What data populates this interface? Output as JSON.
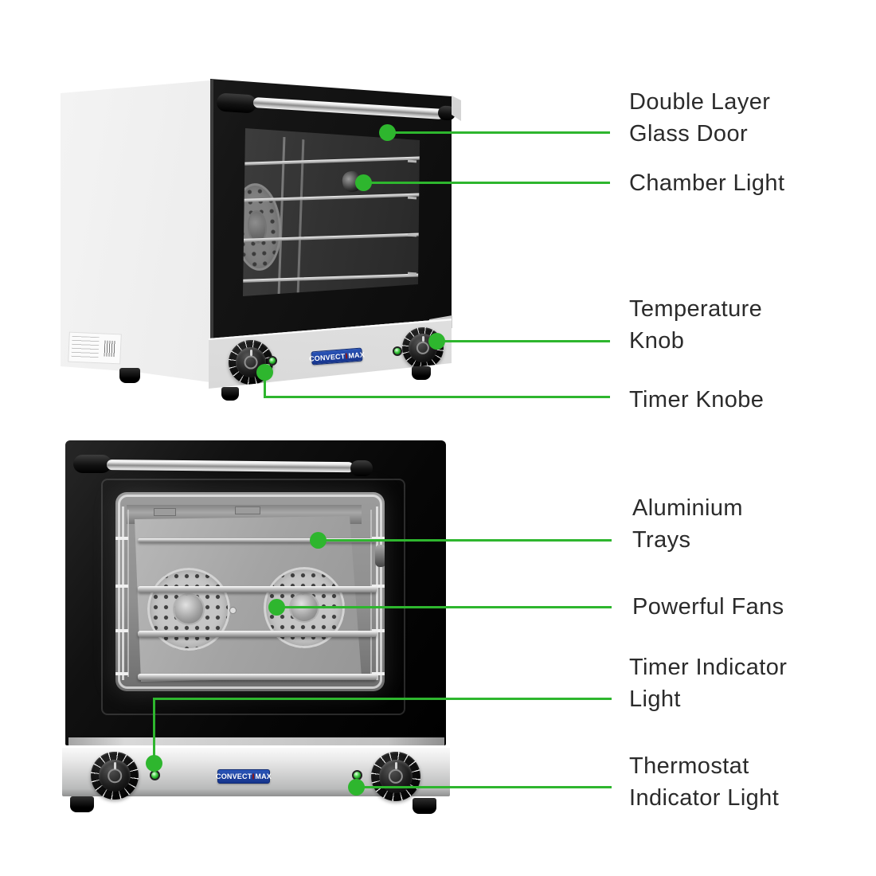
{
  "colors": {
    "background": "#ffffff",
    "accent_green": "#2eb62e",
    "label_text": "#2b2b2b",
    "logo_blue": "#16348c",
    "logo_red": "#c21f1f",
    "logo_text": "#ffffff"
  },
  "annotations": [
    {
      "id": "glass-door",
      "lines": [
        "Double Layer",
        "Glass Door"
      ]
    },
    {
      "id": "chamber-light",
      "lines": [
        "Chamber Light"
      ]
    },
    {
      "id": "temperature-knob",
      "lines": [
        "Temperature",
        "Knob"
      ]
    },
    {
      "id": "timer-knob",
      "lines": [
        "Timer Knobe"
      ]
    },
    {
      "id": "aluminium-trays",
      "lines": [
        "Aluminium",
        "Trays"
      ]
    },
    {
      "id": "powerful-fans",
      "lines": [
        "Powerful Fans"
      ]
    },
    {
      "id": "timer-indicator",
      "lines": [
        "Timer Indicator",
        "Light"
      ]
    },
    {
      "id": "thermostat-indicator",
      "lines": [
        "Thermostat",
        "Indicator Light"
      ]
    }
  ],
  "ovens": {
    "top": {
      "brand": {
        "prefix": "CONVECT",
        "suffix": "MAX"
      }
    },
    "bottom": {
      "brand": {
        "prefix": "CONVECT",
        "suffix": "MAX"
      }
    }
  }
}
